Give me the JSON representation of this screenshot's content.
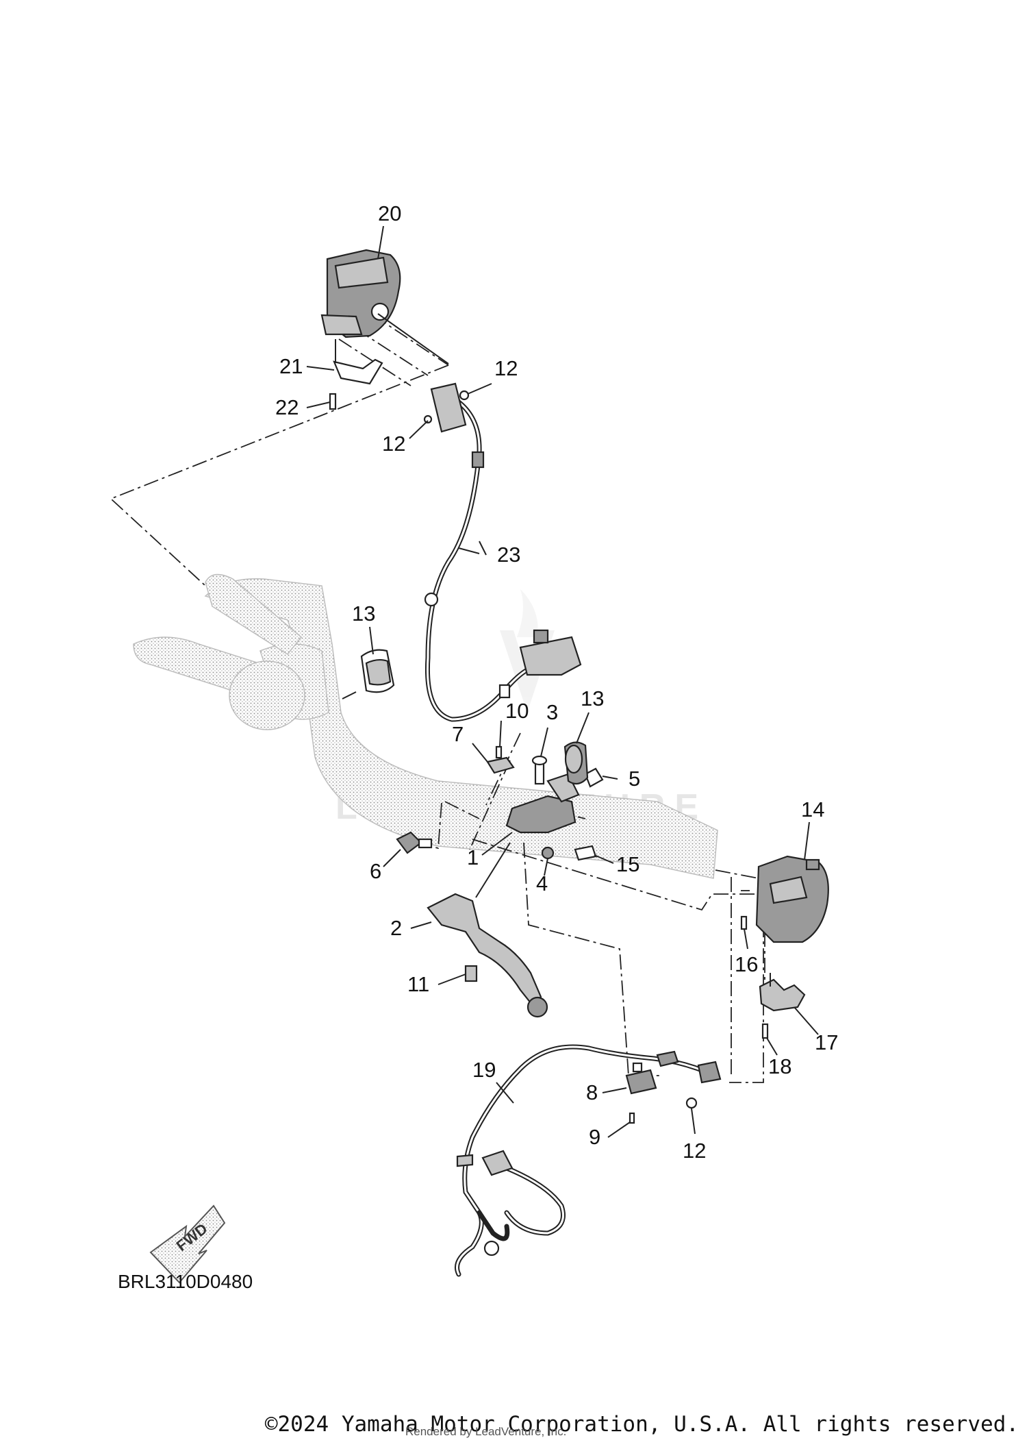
{
  "diagram_code": "BRL3110D0480",
  "watermark": "LEADVENTURE",
  "fwd_label": "FWD",
  "copyright": "©2024 Yamaha Motor Corporation, U.S.A. All rights reserved.",
  "rendered_by": "Rendered by LeadVenture, Inc.",
  "callouts": {
    "c1": "1",
    "c2": "2",
    "c3": "3",
    "c4": "4",
    "c5": "5",
    "c6": "6",
    "c7": "7",
    "c8": "8",
    "c9": "9",
    "c10": "10",
    "c11": "11",
    "c12a": "12",
    "c12b": "12",
    "c12c": "12",
    "c13a": "13",
    "c13b": "13",
    "c14": "14",
    "c15": "15",
    "c16": "16",
    "c17": "17",
    "c18": "18",
    "c19": "19",
    "c20": "20",
    "c21": "21",
    "c22": "22",
    "c23": "23"
  }
}
